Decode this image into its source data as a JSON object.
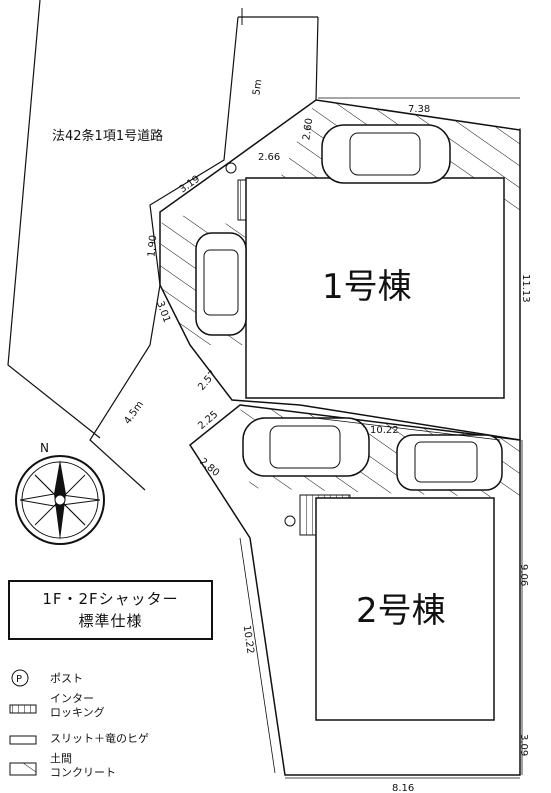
{
  "road": {
    "label": "法42条1項1号道路"
  },
  "buildings": [
    {
      "label": "1号棟"
    },
    {
      "label": "2号棟"
    }
  ],
  "dimensions": {
    "road_width_top": "5m",
    "road_width_diag": "4.5m",
    "d_738": "7.38",
    "d_260": "2.60",
    "d_266": "2.66",
    "d_319": "3.19",
    "d_190": "1.90",
    "d_301": "3.01",
    "d_257": "2.57",
    "d_225": "2.25",
    "d_280": "2.80",
    "d_1022_top": "10.22",
    "d_1022_side": "10.22",
    "d_1113": "11.13",
    "d_906": "9.06",
    "d_309": "3.09",
    "d_816": "8.16"
  },
  "compass": {
    "north_label": "N"
  },
  "spec_box": {
    "line1": "1F・2Fシャッター",
    "line2": "標準仕様"
  },
  "legend": {
    "post_symbol": "P",
    "post": "ポスト",
    "interlocking_line1": "インター",
    "interlocking_line2": "ロッキング",
    "slit": "スリット＋竜のヒゲ",
    "concrete_line1": "土間",
    "concrete_line2": "コンクリート"
  }
}
